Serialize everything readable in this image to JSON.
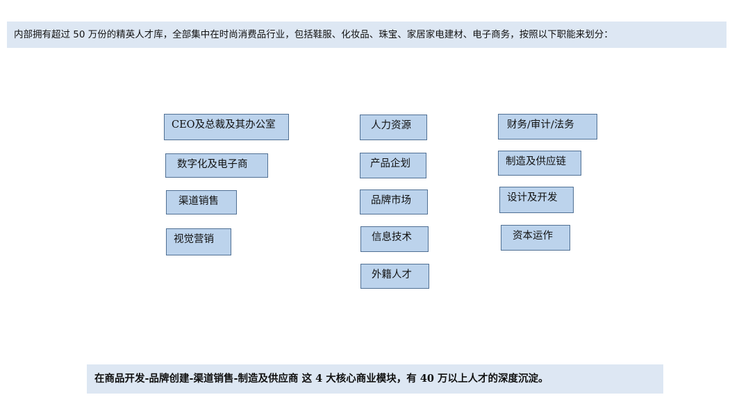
{
  "header": {
    "text": "内部拥有超过 50 万份的精英人才库，全部集中在时尚消费品行业，包括鞋服、化妆品、珠宝、家居家电建材、电子商务，按照以下职能来划分："
  },
  "boxes": {
    "ceo_office": "CEO及总裁及其办公室",
    "digital_ecommerce": "数字化及电子商",
    "channel_sales": "渠道销售",
    "visual_marketing": "视觉营销",
    "human_resources": "人力资源",
    "product_planning": "产品企划",
    "brand_market": "品牌市场",
    "information_technology": "信息技术",
    "foreign_talent": "外籍人才",
    "finance_audit_legal": "财务/审计/法务",
    "manufacturing_supply_chain": "制造及供应链",
    "design_development": "设计及开发",
    "capital_operation": "资本运作"
  },
  "footer": {
    "text": "在商品开发-品牌创建-渠道销售-制造及供应商 这 4 大核心商业模块，有 40 万以上人才的深度沉淀。"
  }
}
